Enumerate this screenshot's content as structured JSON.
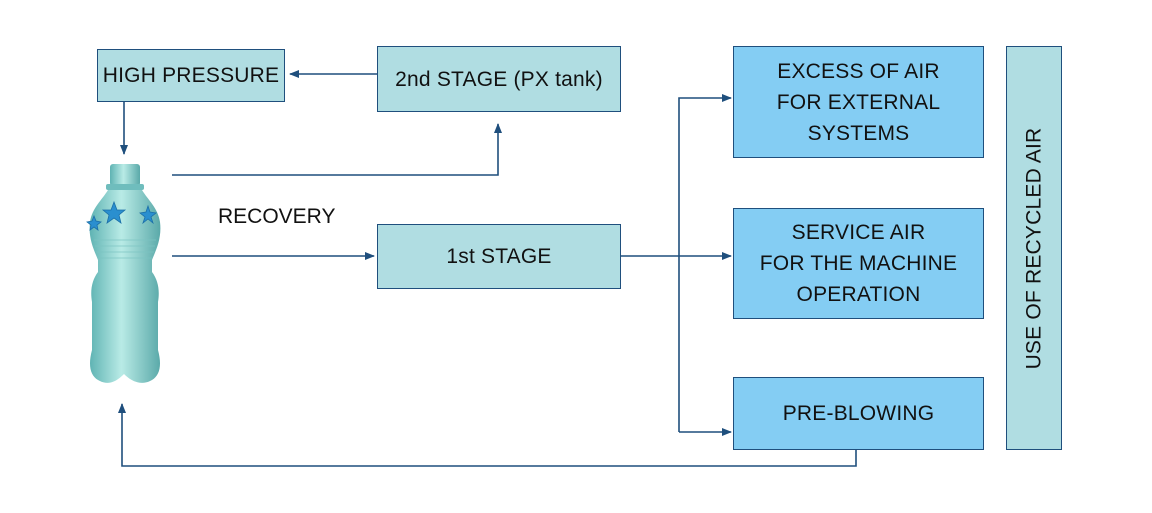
{
  "boxes": {
    "high_pressure": "HIGH PRESSURE",
    "second_stage": "2nd STAGE (PX tank)",
    "first_stage": "1st STAGE",
    "excess_air": [
      "EXCESS OF AIR",
      "FOR EXTERNAL",
      "SYSTEMS"
    ],
    "service_air": [
      "SERVICE AIR",
      "FOR THE MACHINE",
      "OPERATION"
    ],
    "pre_blowing": "PRE-BLOWING",
    "recycled": "USE OF RECYCLED AIR"
  },
  "labels": {
    "recovery": "RECOVERY"
  },
  "colors": {
    "line": "#1f4f7d",
    "box_light": "#b0dde2",
    "box_blue": "#84cdf3",
    "bottle": "#8fd2cf",
    "star": "#2a8fcf"
  }
}
